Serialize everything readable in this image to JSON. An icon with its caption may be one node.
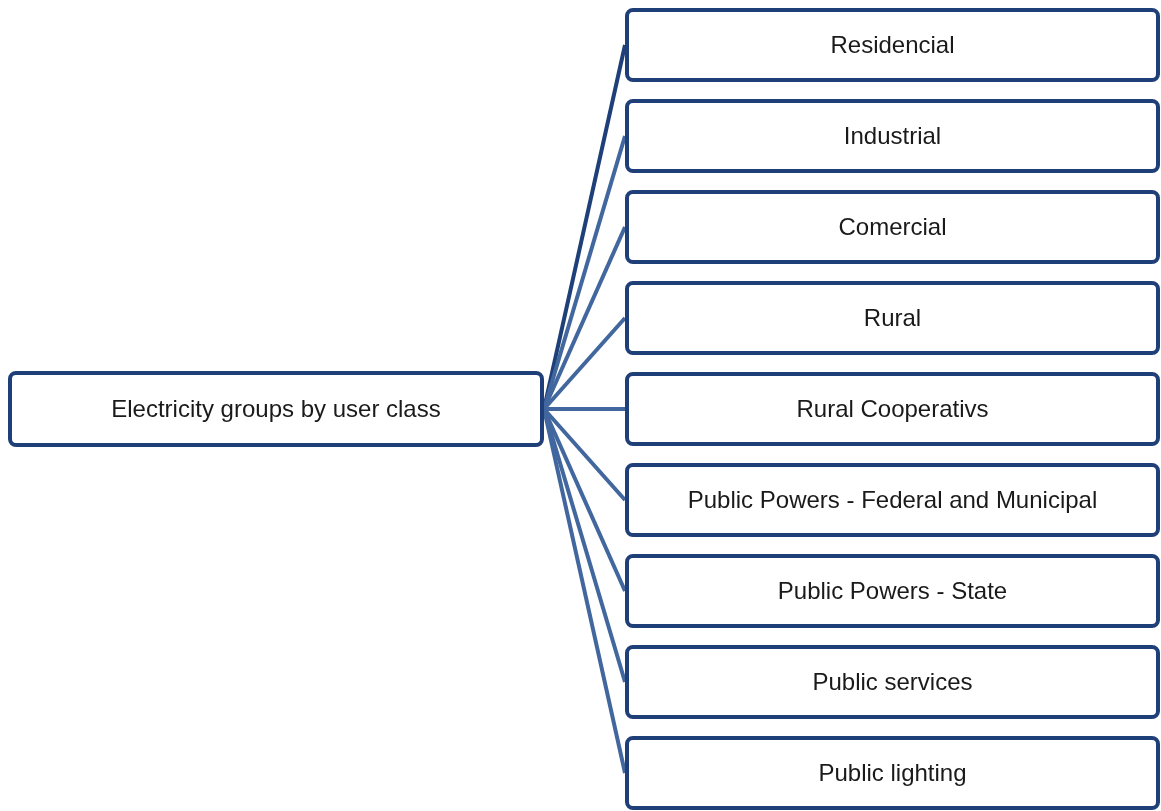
{
  "diagram": {
    "nodes": [
      {
        "text": [
          "Electricity groups by user class"
        ]
      },
      {
        "text": [
          "Residencial"
        ]
      },
      {
        "text": [
          "Industrial"
        ]
      },
      {
        "text": [
          "Comercial"
        ]
      },
      {
        "text": [
          "Rural"
        ]
      },
      {
        "text": [
          "Rural Cooperativs"
        ]
      },
      {
        "text": [
          "Public Powers - Federal and Municipal"
        ]
      },
      {
        "text": [
          "Public Powers - State"
        ]
      },
      {
        "text": [
          "Public services"
        ]
      },
      {
        "text": [
          "Public lighting"
        ]
      }
    ],
    "edges": [
      {
        "from": 0,
        "to": 1,
        "arrow": "none",
        "color": "#1f3f78"
      },
      {
        "from": 0,
        "to": 2,
        "arrow": "none"
      },
      {
        "from": 0,
        "to": 3,
        "arrow": "none"
      },
      {
        "from": 0,
        "to": 4,
        "arrow": "none"
      },
      {
        "from": 0,
        "to": 5,
        "arrow": "none"
      },
      {
        "from": 0,
        "to": 6,
        "arrow": "none"
      },
      {
        "from": 0,
        "to": 7,
        "arrow": "none"
      },
      {
        "from": 0,
        "to": 8,
        "arrow": "none"
      },
      {
        "from": 0,
        "to": 9,
        "arrow": "none"
      }
    ]
  }
}
